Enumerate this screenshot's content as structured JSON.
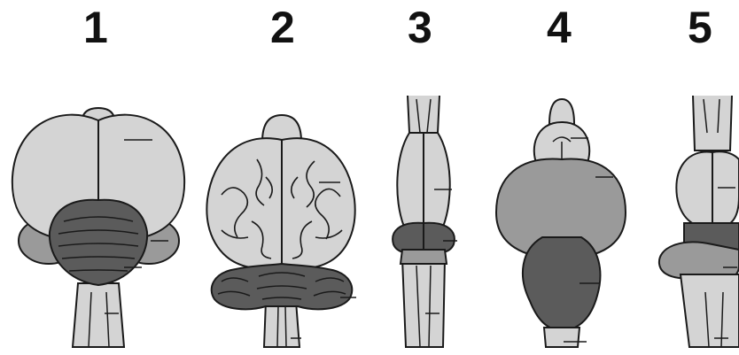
{
  "labels": {
    "brain_1": "1",
    "brain_2": "2",
    "brain_3": "3",
    "brain_4": "4",
    "brain_5": "5"
  },
  "colors": {
    "light": "#d4d4d4",
    "mid": "#9a9a9a",
    "dark": "#5b5b5b",
    "stroke": "#1a1a1a"
  }
}
